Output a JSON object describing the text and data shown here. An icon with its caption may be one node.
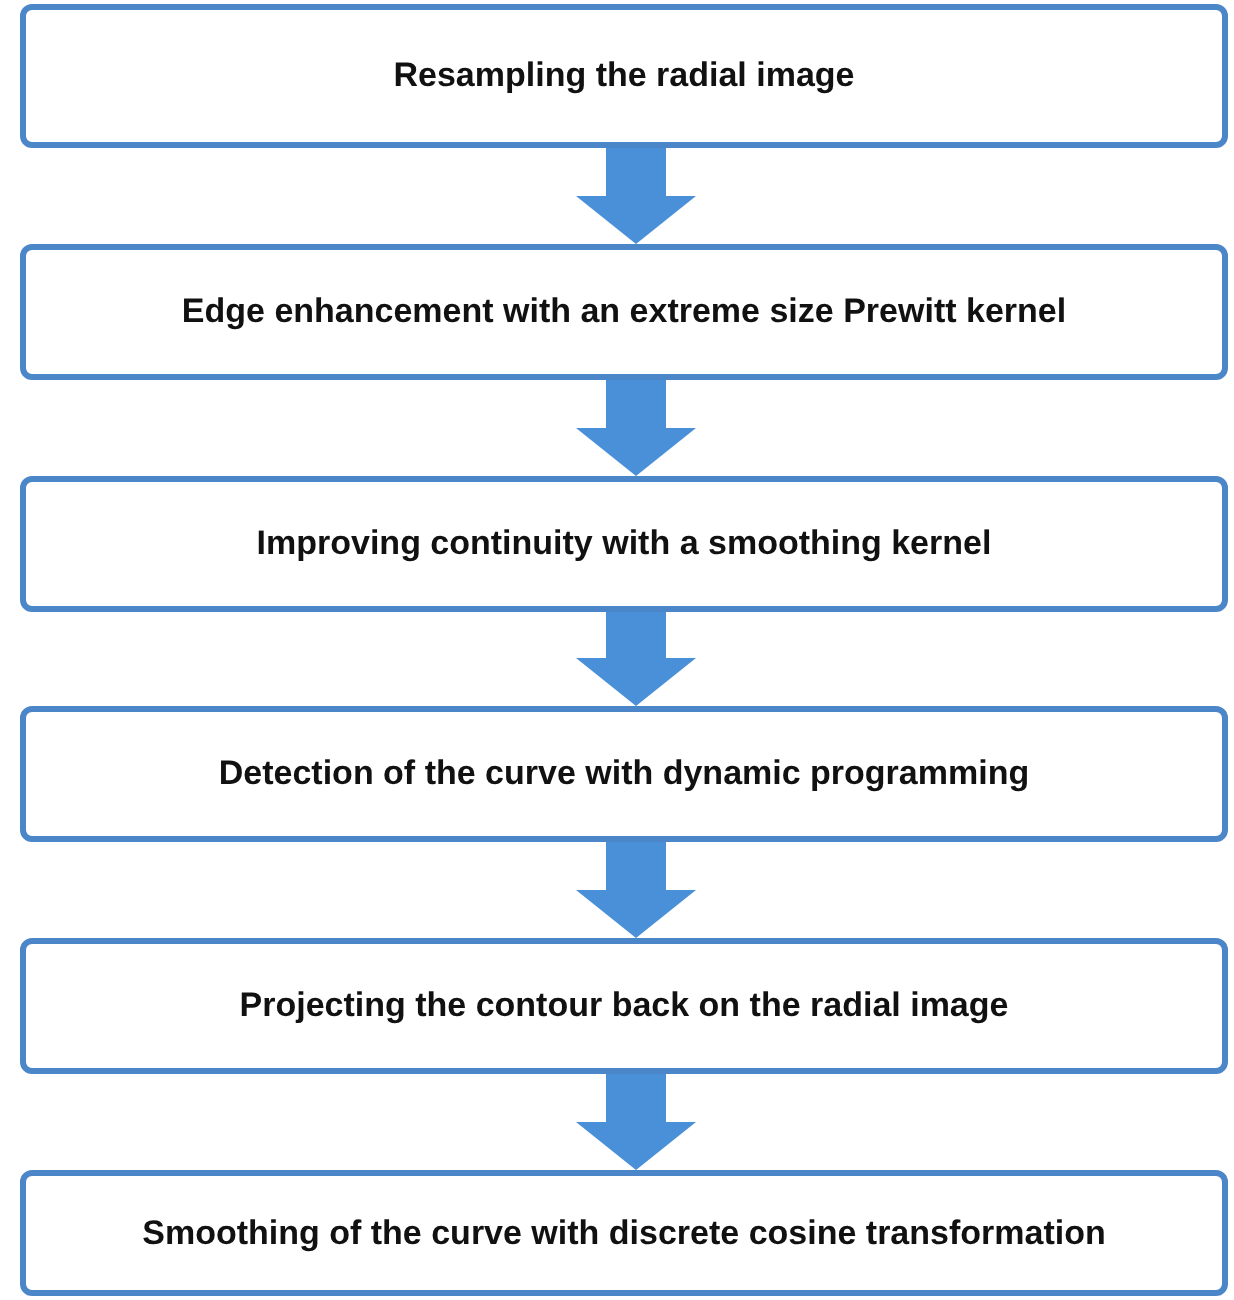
{
  "diagram": {
    "nodes": [
      {
        "text": [
          "Resampling the radial image"
        ]
      },
      {
        "text": [
          "Edge enhancement with an extreme size Prewitt kernel"
        ]
      },
      {
        "text": [
          "Improving continuity with a smoothing kernel"
        ]
      },
      {
        "text": [
          "Detection of the curve with dynamic programming"
        ]
      },
      {
        "text": [
          "Projecting the contour back on the radial image"
        ]
      },
      {
        "text": [
          "Smoothing of the curve with discrete cosine transformation"
        ]
      }
    ],
    "edges": [
      {
        "from": 0,
        "to": 1,
        "arrow": "to"
      },
      {
        "from": 1,
        "to": 2,
        "arrow": "to"
      },
      {
        "from": 2,
        "to": 3,
        "arrow": "to"
      },
      {
        "from": 3,
        "to": 4,
        "arrow": "to"
      },
      {
        "from": 4,
        "to": 5,
        "arrow": "to"
      }
    ]
  }
}
